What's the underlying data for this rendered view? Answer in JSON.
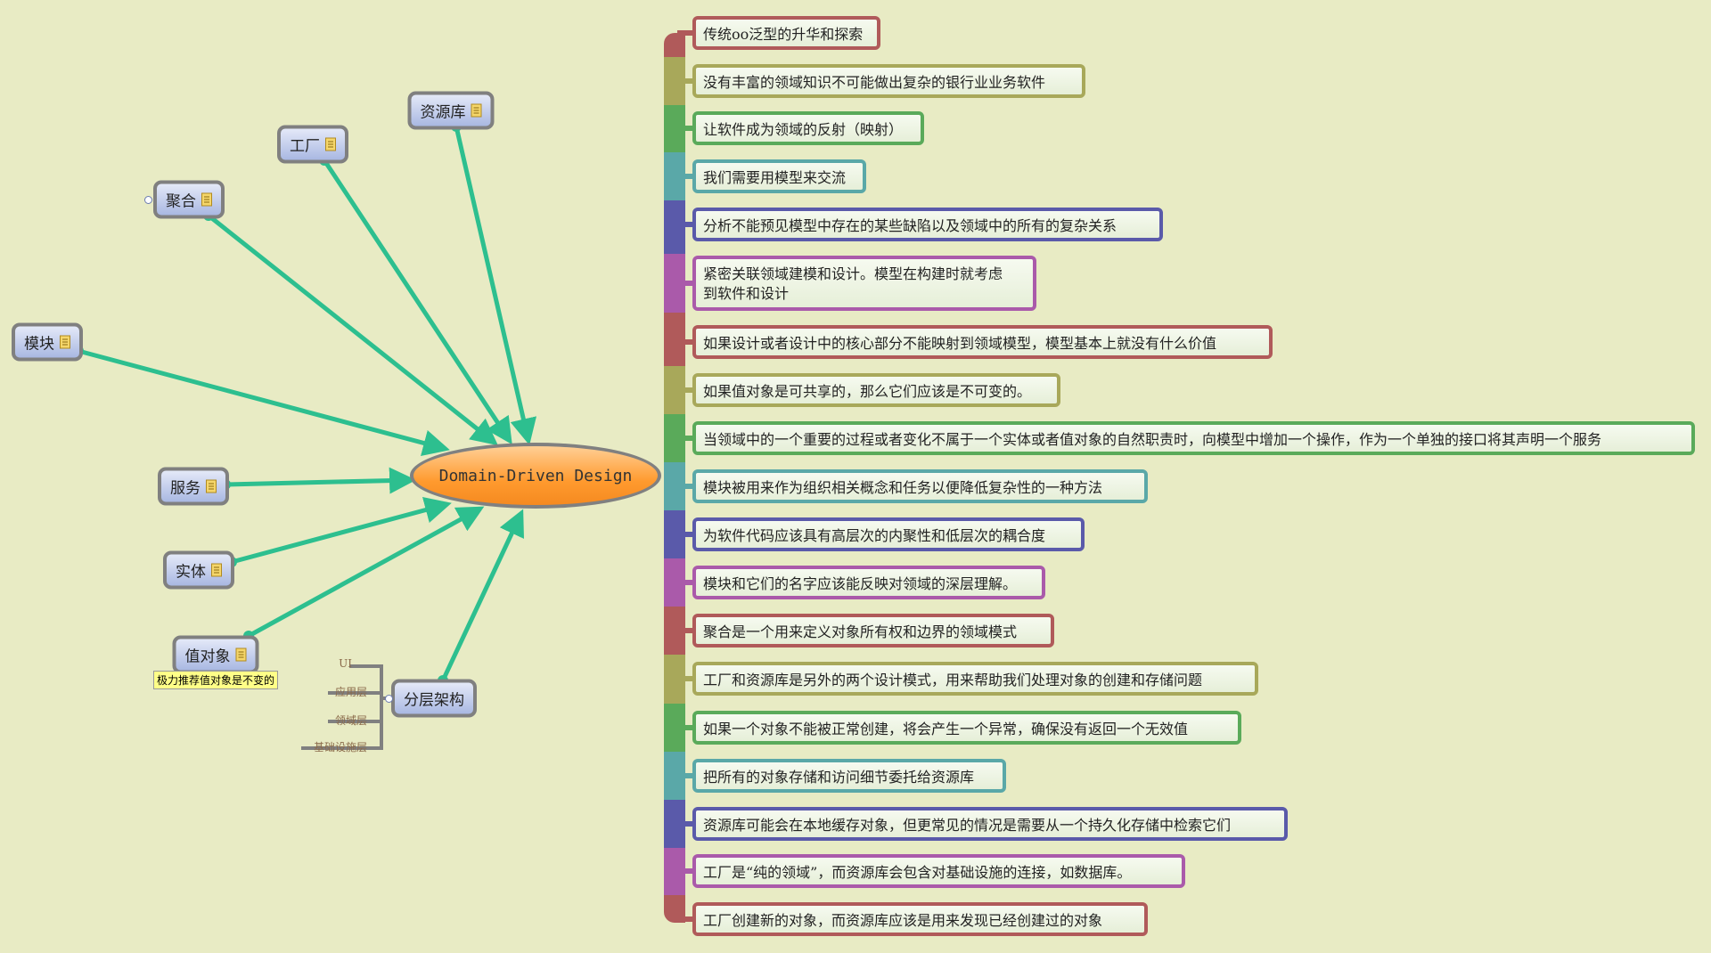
{
  "central": {
    "label": "Domain-Driven Design"
  },
  "left_nodes": [
    {
      "id": "repository",
      "label": "资源库",
      "icon": "note-icon"
    },
    {
      "id": "factory",
      "label": "工厂",
      "icon": "note-icon"
    },
    {
      "id": "aggregate",
      "label": "聚合",
      "icon": "note-icon"
    },
    {
      "id": "module",
      "label": "模块",
      "icon": "note-icon"
    },
    {
      "id": "service",
      "label": "服务",
      "icon": "note-icon"
    },
    {
      "id": "entity",
      "label": "实体",
      "icon": "note-icon"
    },
    {
      "id": "value-object",
      "label": "值对象",
      "icon": "note-icon"
    },
    {
      "id": "layered-architecture",
      "label": "分层架构"
    }
  ],
  "value_object_note": "极力推荐值对象是不变的",
  "layers": [
    "UI",
    "应用层",
    "领域层",
    "基础设施层"
  ],
  "colors": {
    "link": "#2dbf8f",
    "red": "#b05a5a",
    "olive": "#a8a85a",
    "green": "#5aaa5a",
    "teal": "#5aa8a8",
    "blue": "#5a5aaa",
    "purple": "#aa5aaa",
    "background": "#e8ebc4"
  },
  "topics": [
    {
      "text": "传统oo泛型的升华和探索",
      "color": "red"
    },
    {
      "text": "没有丰富的领域知识不可能做出复杂的银行业业务软件",
      "color": "olive"
    },
    {
      "text": "让软件成为领域的反射（映射）",
      "color": "green"
    },
    {
      "text": "我们需要用模型来交流",
      "color": "teal"
    },
    {
      "text": "分析不能预见模型中存在的某些缺陷以及领域中的所有的复杂关系",
      "color": "blue"
    },
    {
      "text": "紧密关联领域建模和设计。模型在构建时就考虑\n到软件和设计",
      "color": "purple"
    },
    {
      "text": "如果设计或者设计中的核心部分不能映射到领域模型，模型基本上就没有什么价值",
      "color": "red"
    },
    {
      "text": "如果值对象是可共享的，那么它们应该是不可变的。",
      "color": "olive"
    },
    {
      "text": "当领域中的一个重要的过程或者变化不属于一个实体或者值对象的自然职责时，向模型中增加一个操作，作为一个单独的接口将其声明一个服务",
      "color": "green"
    },
    {
      "text": "模块被用来作为组织相关概念和任务以便降低复杂性的一种方法",
      "color": "teal"
    },
    {
      "text": "为软件代码应该具有高层次的内聚性和低层次的耦合度",
      "color": "blue"
    },
    {
      "text": "模块和它们的名字应该能反映对领域的深层理解。",
      "color": "purple"
    },
    {
      "text": "聚合是一个用来定义对象所有权和边界的领域模式",
      "color": "red"
    },
    {
      "text": "工厂和资源库是另外的两个设计模式，用来帮助我们处理对象的创建和存储问题",
      "color": "olive"
    },
    {
      "text": "如果一个对象不能被正常创建，将会产生一个异常，确保没有返回一个无效值",
      "color": "green"
    },
    {
      "text": "把所有的对象存储和访问细节委托给资源库",
      "color": "teal"
    },
    {
      "text": "资源库可能会在本地缓存对象，但更常见的情况是需要从一个持久化存储中检索它们",
      "color": "blue"
    },
    {
      "text": "工厂是“纯的领域”，而资源库会包含对基础设施的连接，如数据库。",
      "color": "purple"
    },
    {
      "text": "工厂创建新的对象，而资源库应该是用来发现已经创建过的对象",
      "color": "red"
    }
  ]
}
